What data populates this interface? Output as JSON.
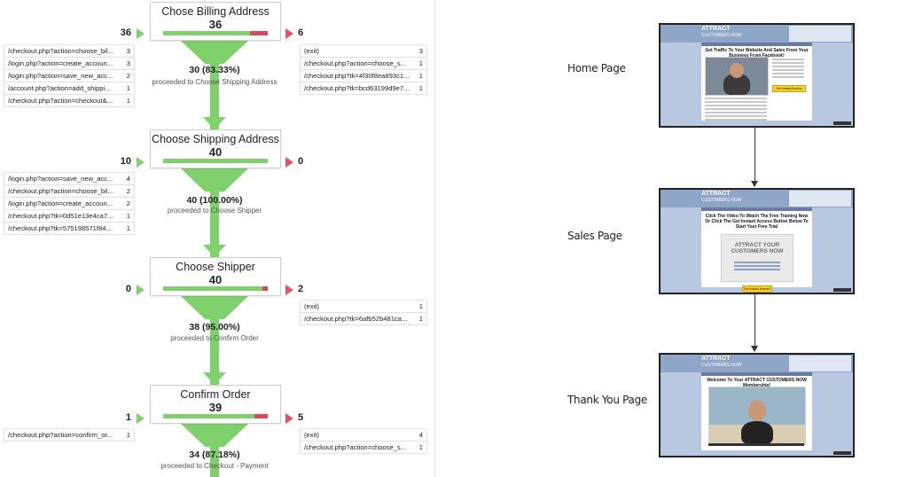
{
  "funnel": {
    "stages": [
      {
        "title": "Chose Billing Address",
        "count": "36",
        "fill": 0.83,
        "in_count": "36",
        "out_count": "6",
        "sources": [
          {
            "label": "/checkout.php?action=choose_bil...",
            "value": "3"
          },
          {
            "label": "/login.php?action=create_accoun...",
            "value": "3"
          },
          {
            "label": "/login.php?action=save_new_acc...",
            "value": "2"
          },
          {
            "label": "/account.php?action=add_shippi...",
            "value": "1"
          },
          {
            "label": "/checkout.php?action=checkout&...",
            "value": "1"
          }
        ],
        "exits": [
          {
            "label": "(exit)",
            "value": "3"
          },
          {
            "label": "/checkout.php?action=choose_s...",
            "value": "1"
          },
          {
            "label": "/checkout.php?tk=4f30f8ea893c1...",
            "value": "1"
          },
          {
            "label": "/checkout.php?tk=bcd63199d9e7...",
            "value": "1"
          }
        ],
        "proceed_pct": "30 (83.33%)",
        "proceed_text": "proceeded to Choose Shipping Address"
      },
      {
        "title": "Choose Shipping Address",
        "count": "40",
        "fill": 1.0,
        "in_count": "10",
        "out_count": "0",
        "sources": [
          {
            "label": "/login.php?action=save_new_acc...",
            "value": "4"
          },
          {
            "label": "/checkout.php?action=choose_bil...",
            "value": "2"
          },
          {
            "label": "/login.php?action=create_accoun...",
            "value": "2"
          },
          {
            "label": "/checkout.php?tk=0d51e13e4ca7...",
            "value": "1"
          },
          {
            "label": "/checkout.php?tk=575198571f84...",
            "value": "1"
          }
        ],
        "exits": [],
        "proceed_pct": "40 (100.00%)",
        "proceed_text": "proceeded to Choose Shipper"
      },
      {
        "title": "Choose Shipper",
        "count": "40",
        "fill": 0.95,
        "in_count": "0",
        "out_count": "2",
        "sources": [],
        "exits": [
          {
            "label": "(exit)",
            "value": "1"
          },
          {
            "label": "/checkout.php?tk=6afb52b481ca...",
            "value": "1"
          }
        ],
        "proceed_pct": "38 (95.00%)",
        "proceed_text": "proceeded to Confirm Order"
      },
      {
        "title": "Confirm Order",
        "count": "39",
        "fill": 0.8718,
        "in_count": "1",
        "out_count": "5",
        "sources": [
          {
            "label": "/checkout.php?action=confirm_or...",
            "value": "1"
          }
        ],
        "exits": [
          {
            "label": "(exit)",
            "value": "4"
          },
          {
            "label": "/checkout.php?action=choose_s...",
            "value": "1"
          }
        ],
        "proceed_pct": "34 (87.18%)",
        "proceed_text": "proceeded to Checkout - Payment"
      }
    ]
  },
  "pages": [
    {
      "label": "Home Page",
      "logo": "ATTRACT",
      "logo_sub": "CUSTOMERS NOW",
      "heading": "Get Traffic To Your Website And Sales From Your Business From Facebook!",
      "button": "Get Instant Access"
    },
    {
      "label": "Sales Page",
      "logo": "ATTRACT",
      "logo_sub": "CUSTOMERS NOW",
      "heading": "Click The Video To Watch The Free Training Now Or Click The Get Instant Access Button Below To Start Your Free Trial",
      "video_title": "ATTRACT YOUR CUSTOMERS NOW",
      "button": "Get Instant Access!"
    },
    {
      "label": "Thank You Page",
      "logo": "ATTRACT",
      "logo_sub": "CUSTOMERS NOW",
      "heading": "Welcome To Your ATTRACT CUSTOMERS NOW Membership!",
      "button": ""
    }
  ],
  "colors": {
    "funnel_green": "#7fd16b",
    "exit_red": "#d94a55",
    "thumb_blue": "#b9c8e1"
  }
}
